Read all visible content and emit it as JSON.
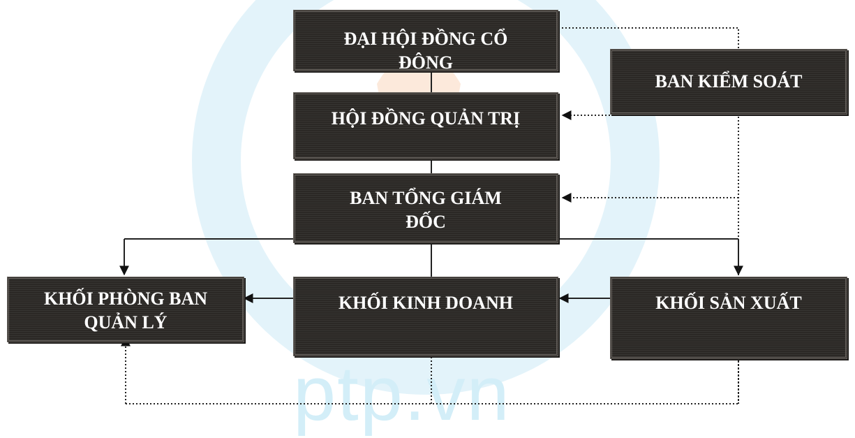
{
  "watermark": {
    "text": "ptp.vn",
    "colors": {
      "ring": "#cfeaf6",
      "accent": "#f6b98a"
    }
  },
  "org_chart": {
    "nodes": {
      "dai_hoi_dong_co_dong": "ĐẠI HỘI ĐỒNG CỔ\nĐÔNG",
      "ban_kiem_soat": "BAN KIỂM SOÁT",
      "hoi_dong_quan_tri": "HỘI ĐỒNG QUẢN TRỊ",
      "ban_tong_giam_doc": "BAN TỔNG GIÁM\nĐỐC",
      "khoi_phong_ban_quan_ly": "KHỐI PHÒNG BAN\nQUẢN LÝ",
      "khoi_kinh_doanh": "KHỐI KINH DOANH",
      "khoi_san_xuat": "KHỐI SẢN XUẤT"
    },
    "colors": {
      "box_fill": "#2b2825",
      "box_text": "#ffffff",
      "line": "#1a1a1a"
    }
  }
}
